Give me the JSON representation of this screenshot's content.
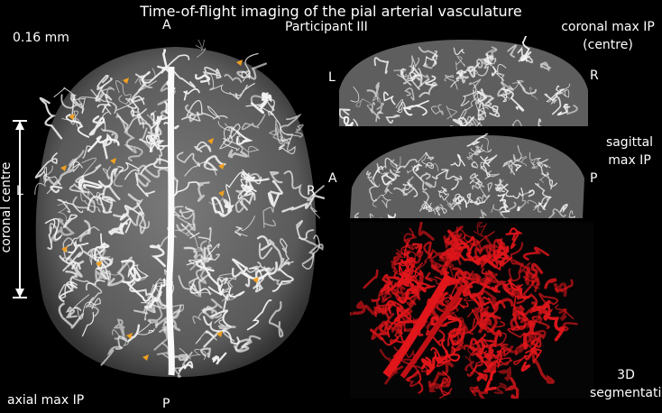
{
  "title": "Time-of-flight imaging of the pial arterial vasculature",
  "participant": "Participant III",
  "scale_label": "0.16 mm",
  "axial": {
    "anterior": "A",
    "posterior": "P",
    "left": "L",
    "right": "R",
    "caption": "axial max IP",
    "coronal_centre": "coronal centre"
  },
  "coronal": {
    "caption_line1": "coronal max IP",
    "caption_line2": "(centre)",
    "left": "L",
    "right": "R"
  },
  "sagittal": {
    "caption_line1": "sagittal",
    "caption_line2": "max IP",
    "anterior": "A",
    "posterior": "P"
  },
  "segmentation": {
    "caption_line1": "3D",
    "caption_line2": "segmentation"
  },
  "colors": {
    "vessel": "#f2f2f2",
    "tissue": "#6a6a6a",
    "arrow": "#f0a020",
    "segmentation": "#e0161b"
  }
}
